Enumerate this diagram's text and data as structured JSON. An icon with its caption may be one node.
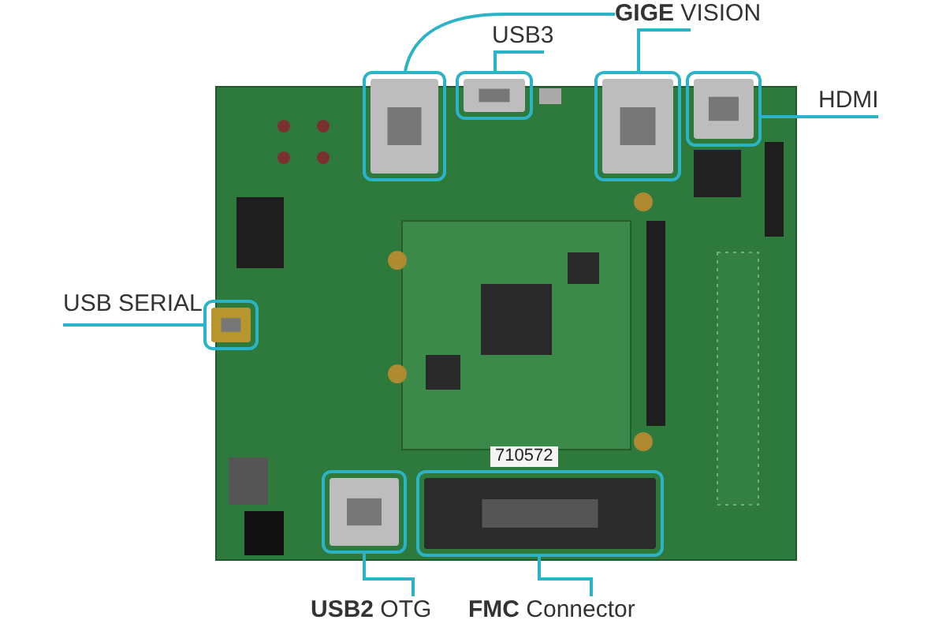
{
  "diagram": {
    "nodes": [
      {
        "text": [
          "**GIGE** VISION"
        ]
      },
      {
        "text": [
          "USB3"
        ]
      },
      {
        "text": [
          "HDMI"
        ]
      },
      {
        "text": [
          "USB SERIAL"
        ]
      },
      {
        "text": [
          "**USB2** OTG"
        ]
      },
      {
        "text": [
          "**FMC** Connector"
        ]
      },
      {
        "text": [],
        "shape": "box"
      },
      {
        "text": [],
        "shape": "box"
      },
      {
        "text": [],
        "shape": "box"
      },
      {
        "text": [],
        "shape": "box"
      },
      {
        "text": [],
        "shape": "box"
      },
      {
        "text": [],
        "shape": "box"
      },
      {
        "text": [],
        "shape": "box"
      }
    ],
    "edges": [
      {
        "from": 0,
        "to": 6,
        "arrow": "none"
      },
      {
        "from": 0,
        "to": 8,
        "arrow": "none"
      },
      {
        "from": 1,
        "to": 7,
        "arrow": "none"
      },
      {
        "from": 2,
        "to": 9,
        "arrow": "none"
      },
      {
        "from": 3,
        "to": 10,
        "arrow": "none"
      },
      {
        "from": 4,
        "to": 11,
        "arrow": "none"
      },
      {
        "from": 5,
        "to": 12,
        "arrow": "none"
      }
    ],
    "labels": [
      "710572"
    ]
  }
}
